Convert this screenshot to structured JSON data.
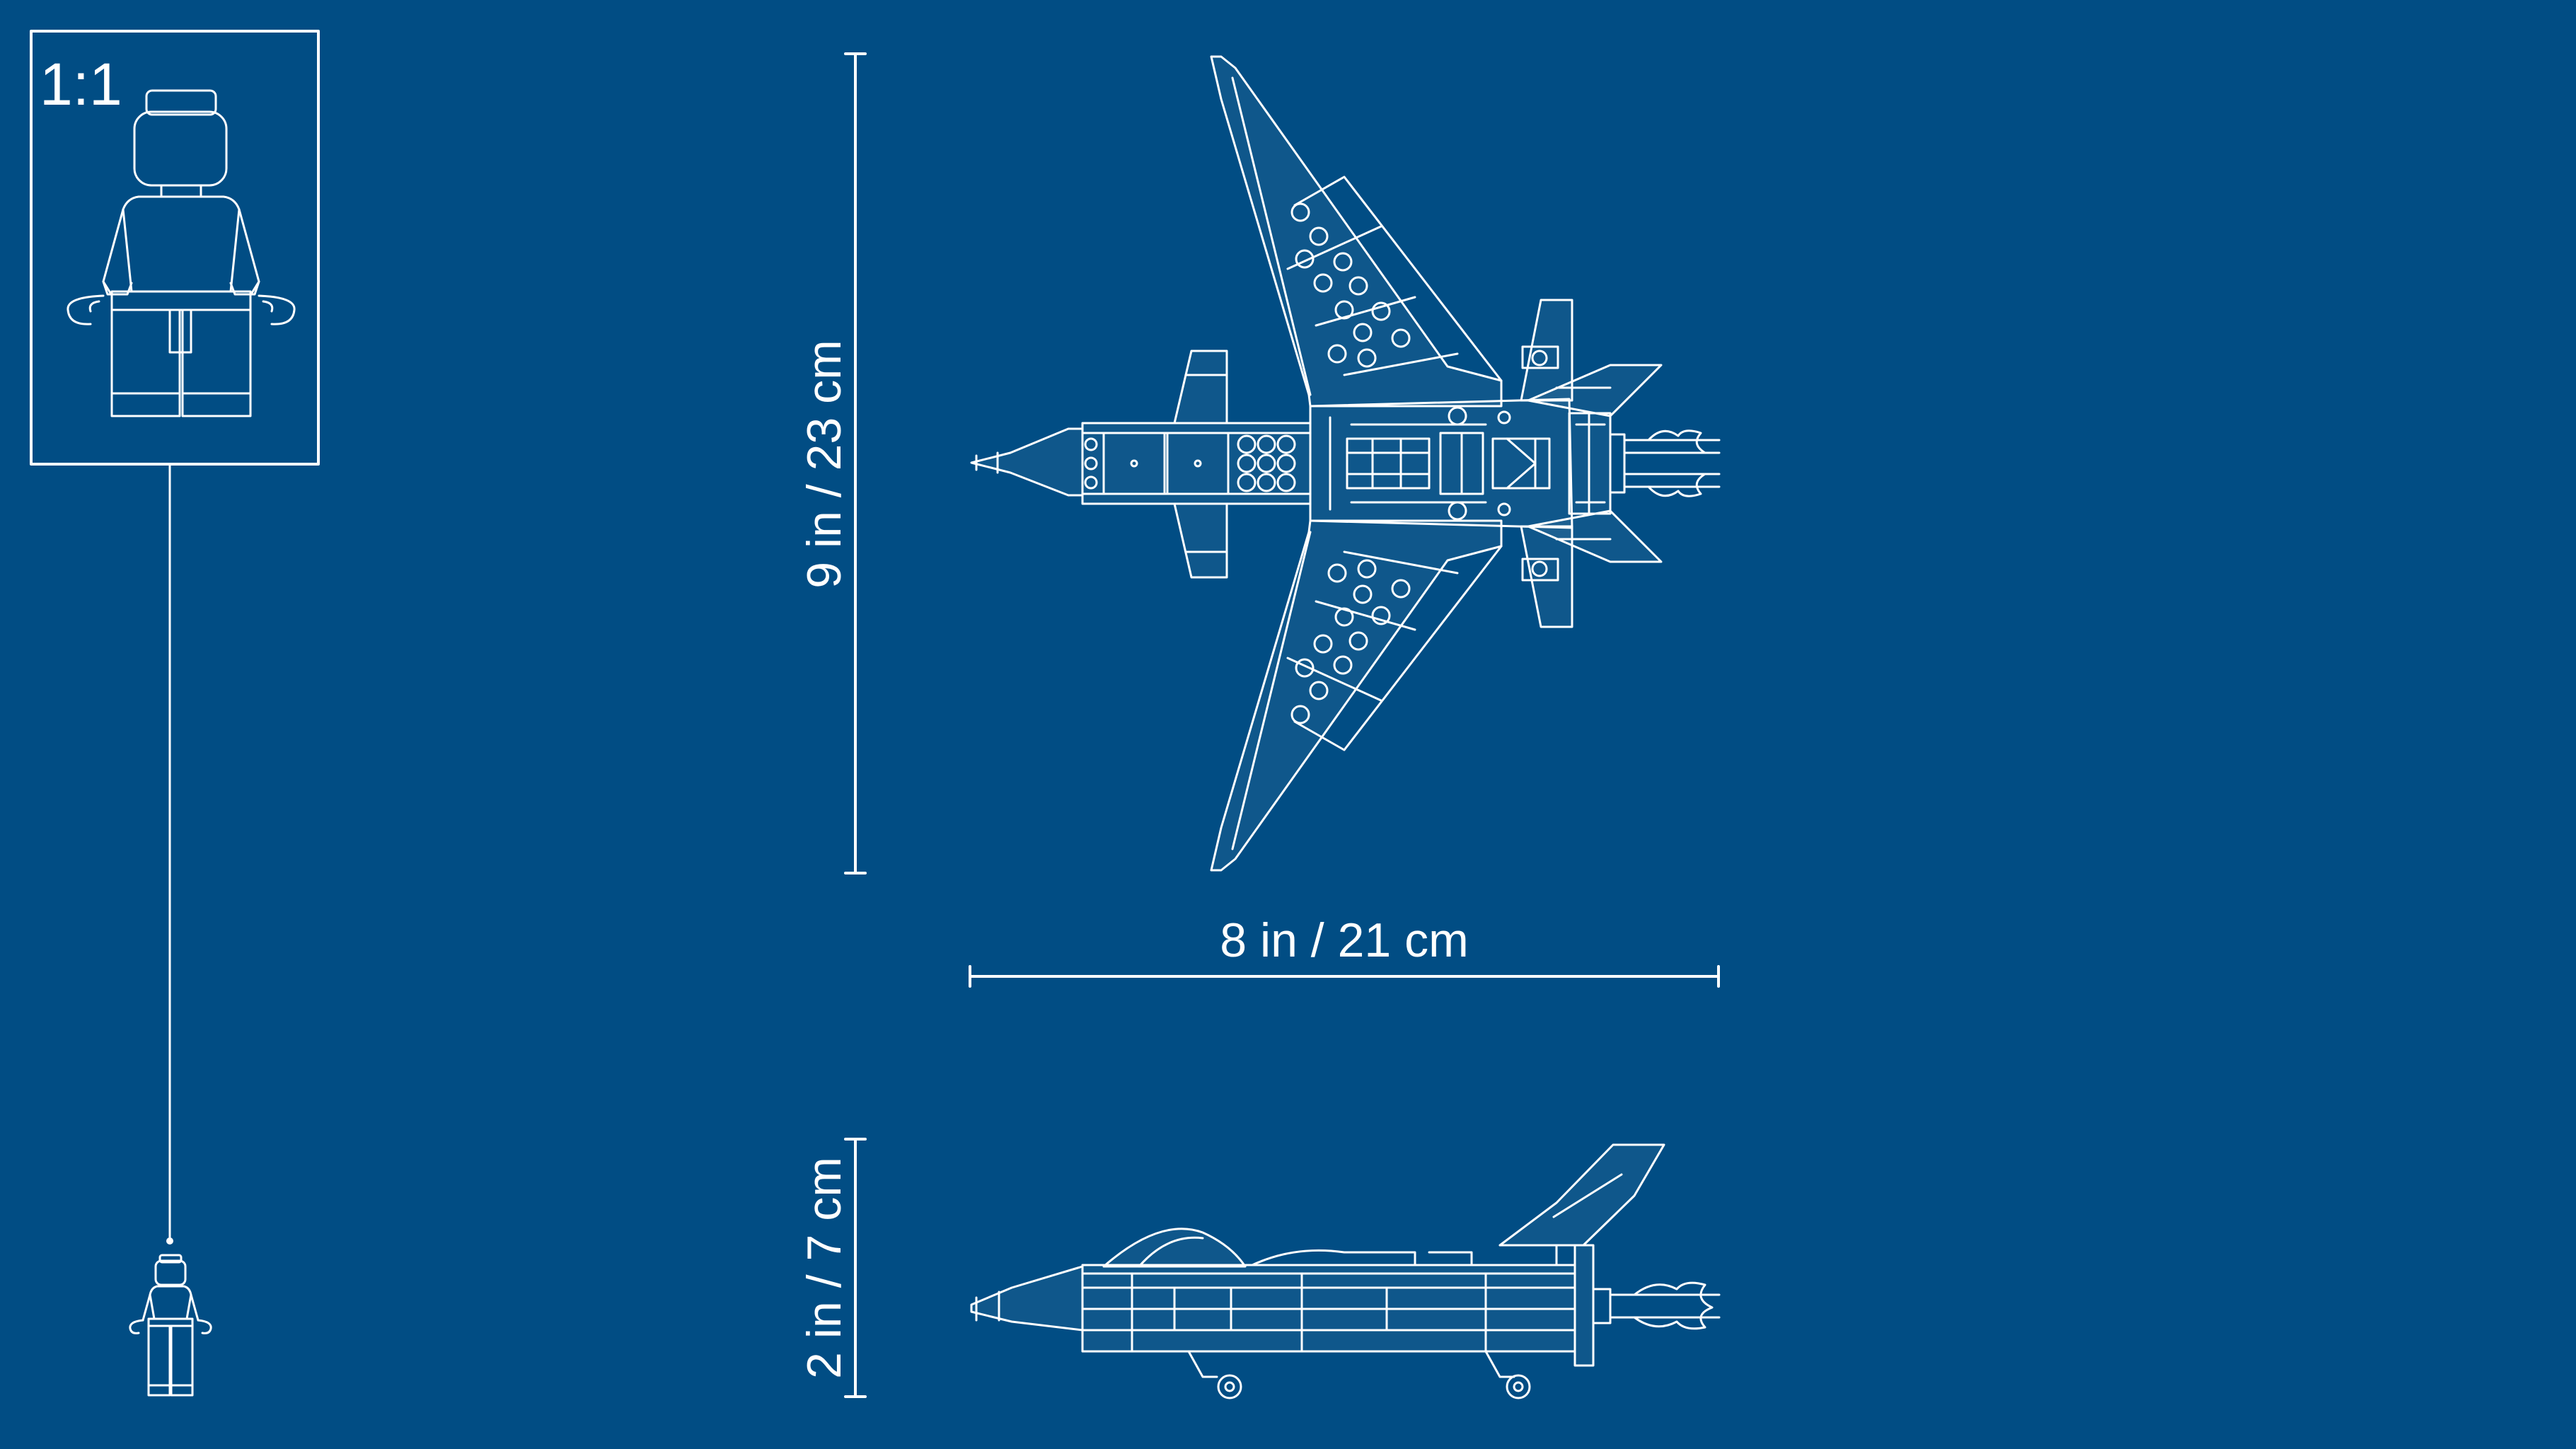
{
  "scale_label": "1:1",
  "dimensions": {
    "height": "9 in / 23 cm",
    "width": "8 in / 21 cm",
    "depth": "2 in / 7 cm"
  },
  "colors": {
    "background": "#014d84",
    "line": "#ffffff"
  },
  "icons": {
    "minifigure_large": "minifigure-icon",
    "minifigure_small": "minifigure-icon",
    "jet_top": "jet-top-view-drawing",
    "jet_side": "jet-side-view-drawing"
  }
}
